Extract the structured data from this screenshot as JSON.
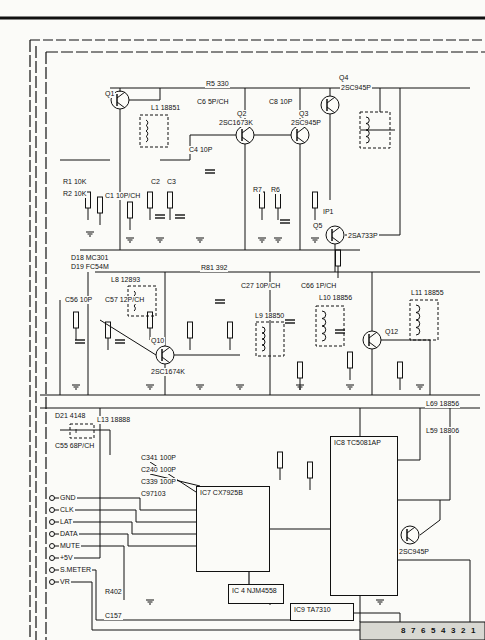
{
  "diagram": {
    "nodes": [
      {
        "text": [
          "IC7 CX7925B"
        ]
      },
      {
        "text": [
          "IC 4 NJM4558"
        ]
      },
      {
        "text": [
          "IC8 TC5081AP"
        ]
      },
      {
        "text": [
          "IC9 TA7310"
        ]
      }
    ],
    "edges": [
      {
        "from": 0,
        "to": 1,
        "arrow": "none"
      },
      {
        "from": 0,
        "to": 2,
        "arrow": "none"
      }
    ],
    "labels": [
      "R5 330",
      "Q4",
      "2SC945P",
      "Q1",
      "L1 18851",
      "C6 5P/CH",
      "C8 10P",
      "Q2",
      "2SC1673K",
      "Q3",
      "2SC945P",
      "C4 10P",
      "R1 10K",
      "R2 10K",
      "C1 10P/CH",
      "C2",
      "C3",
      "R7",
      "R6",
      "IP1",
      "Q5",
      "2SA733P",
      "R81 392",
      "D18 MC301",
      "D19 FC54M",
      "L8 12893",
      "C56 10P",
      "C57 12P/CH",
      "C27 10P/CH",
      "C66 1P/CH",
      "L10 18856",
      "Q10",
      "2SC1674K",
      "L9 18850",
      "Q12",
      "L11 18855",
      "D21 4148",
      "L13 18888",
      "C55 68P/CH",
      "L69 18856",
      "L59 18806",
      "C341 100P",
      "C240 100P",
      "C339 100P",
      "C97103",
      "GND",
      "CLK",
      "LAT",
      "DATA",
      "MUTE",
      "+5V",
      "S.METER",
      "VR",
      "2SC945P",
      "R402",
      "C157",
      "8",
      "7",
      "6",
      "5",
      "4",
      "3",
      "2",
      "1"
    ]
  }
}
